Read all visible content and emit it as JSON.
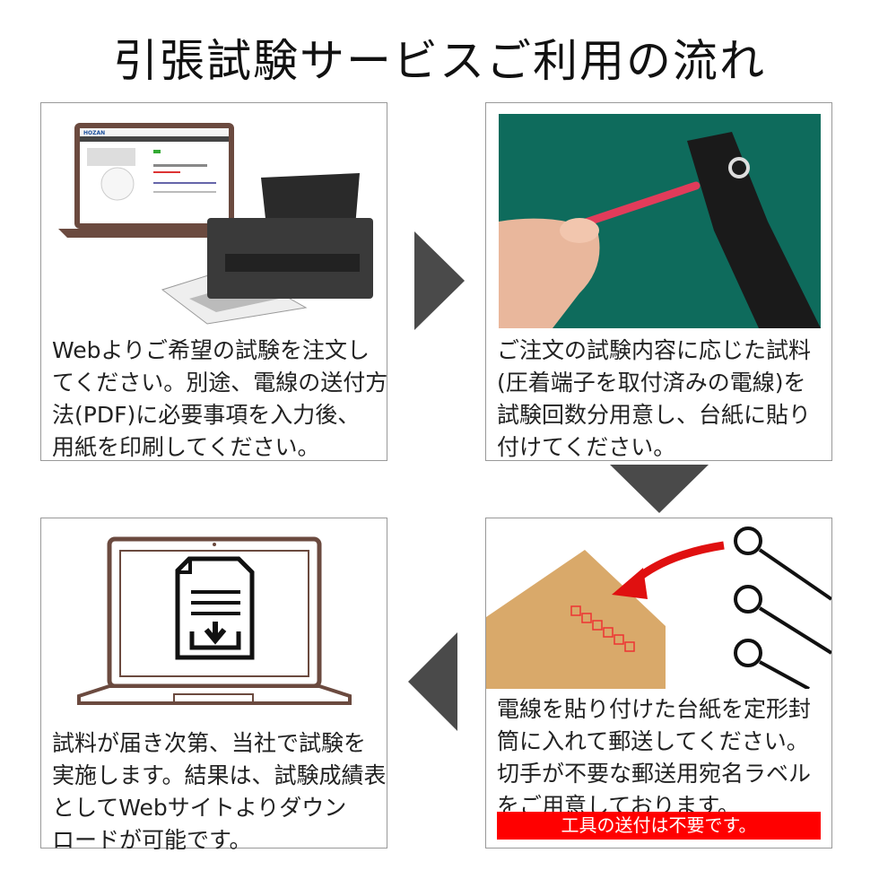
{
  "title": "引張試験サービスご利用の流れ",
  "steps": [
    {
      "lines": [
        "Webよりご希望の試験を注文し",
        "てください。別途、電線の送付方",
        "法(PDF)に必要事項を入力後、",
        "用紙を印刷してください。"
      ]
    },
    {
      "lines": [
        "ご注文の試験内容に応じた試料",
        "(圧着端子を取付済みの電線)を",
        "試験回数分用意し、台紙に貼り",
        "付けてください。"
      ]
    },
    {
      "lines": [
        "電線を貼り付けた台紙を定形封",
        "筒に入れて郵送してください。",
        "切手が不要な郵送用宛名ラベル",
        "をご用意しております。"
      ],
      "note": "工具の送付は不要です。"
    },
    {
      "lines": [
        "試料が届き次第、当社で試験を",
        "実施します。結果は、試験成績表",
        "としてWebサイトよりダウン",
        "ロードが可能です。"
      ]
    }
  ],
  "colors": {
    "arrow": "#4a4a4a",
    "note_bg": "#ff0000",
    "photo_bg": "#0e6b5c",
    "laptop": "#6b4a3f"
  }
}
